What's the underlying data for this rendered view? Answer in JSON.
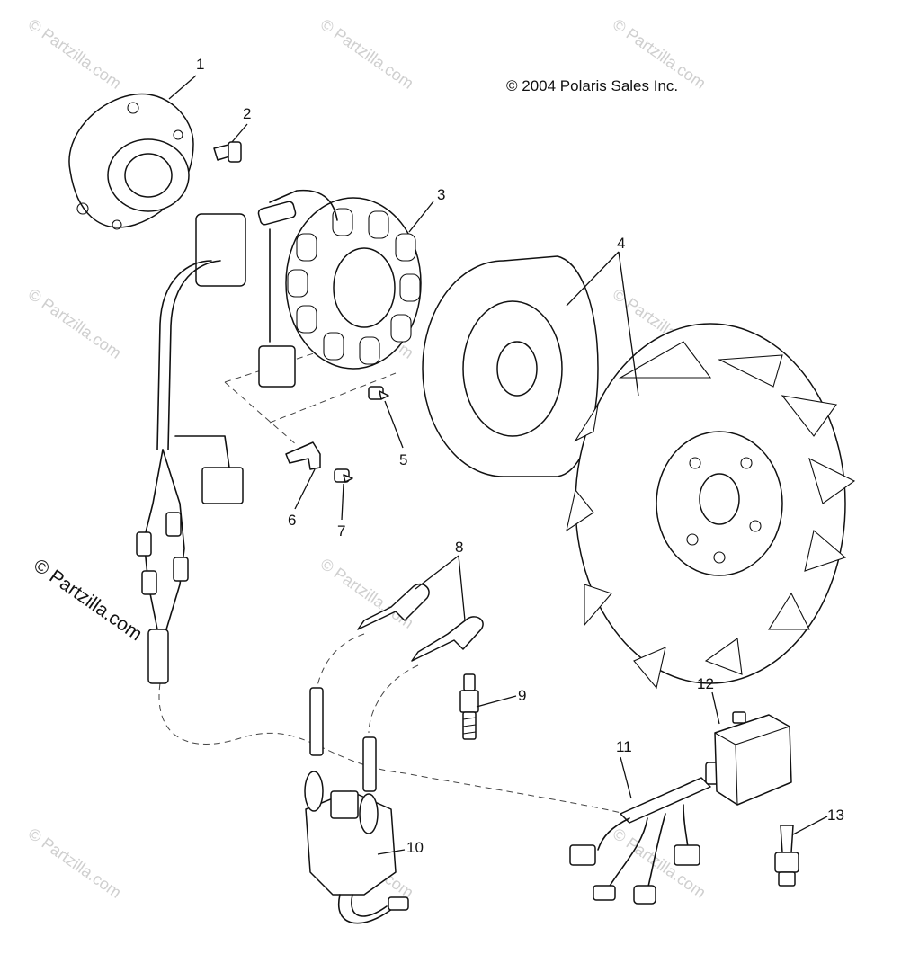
{
  "copyright": "© 2004 Polaris Sales Inc.",
  "watermark": "© Partzilla.com",
  "callouts": [
    "1",
    "2",
    "3",
    "4",
    "5",
    "6",
    "7",
    "8",
    "9",
    "10",
    "11",
    "12",
    "13"
  ]
}
